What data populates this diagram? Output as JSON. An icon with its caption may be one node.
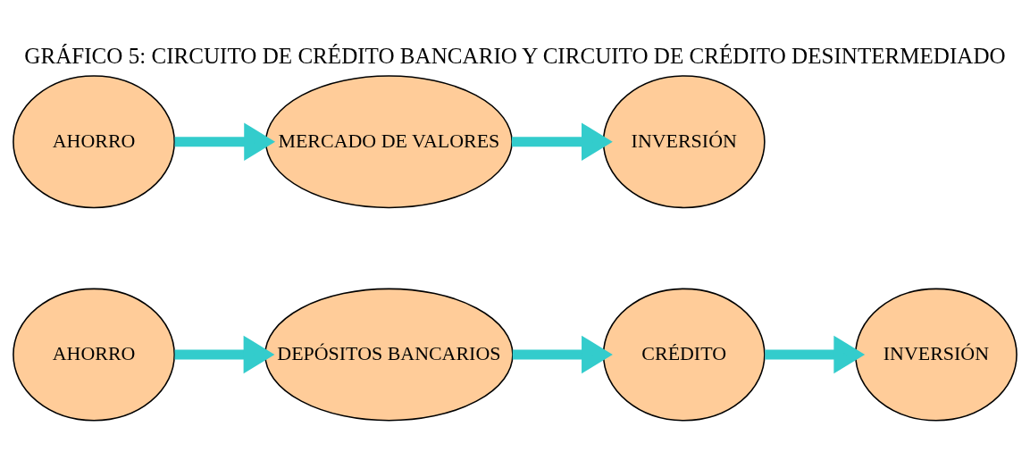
{
  "diagram": {
    "title": "GRÁFICO 5: CIRCUITO DE CRÉDITO BANCARIO Y CIRCUITO DE CRÉDITO DESINTERMEDIADO",
    "nodes": [
      {
        "text": [
          "AHORRO"
        ]
      },
      {
        "text": [
          "DEPÓSITOS BANCARIOS"
        ]
      },
      {
        "text": [
          "CRÉDITO"
        ]
      },
      {
        "text": [
          "INVERSIÓN"
        ]
      },
      {
        "text": [
          "AHORRO"
        ]
      },
      {
        "text": [
          "MERCADO DE VALORES"
        ]
      },
      {
        "text": [
          "INVERSIÓN"
        ]
      }
    ],
    "edges": [
      {
        "from": 0,
        "to": 1,
        "arrow": "to"
      },
      {
        "from": 1,
        "to": 2,
        "arrow": "to"
      },
      {
        "from": 2,
        "to": 3,
        "arrow": "to"
      },
      {
        "from": 4,
        "to": 5,
        "arrow": "to"
      },
      {
        "from": 5,
        "to": 6,
        "arrow": "to"
      }
    ]
  }
}
